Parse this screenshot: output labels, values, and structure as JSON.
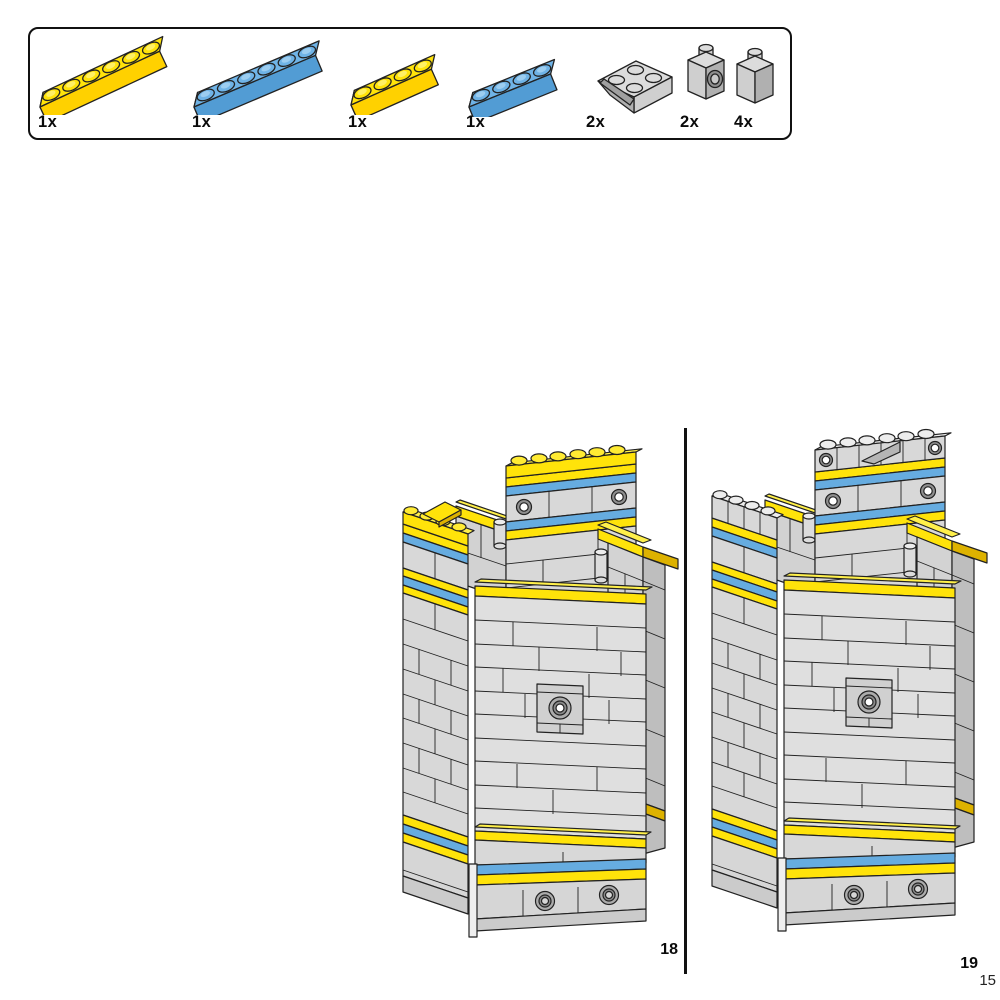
{
  "page": {
    "number": "15"
  },
  "steps": [
    {
      "number": "18"
    },
    {
      "number": "19"
    }
  ],
  "parts_box": {
    "parts": [
      {
        "id": "plate-1x6-yellow",
        "count": "1x",
        "color": "#FFE30A"
      },
      {
        "id": "plate-1x6-blue",
        "count": "1x",
        "color": "#66ACE0"
      },
      {
        "id": "plate-1x4-yellow",
        "count": "1x",
        "color": "#FFE30A"
      },
      {
        "id": "plate-1x4-blue",
        "count": "1x",
        "color": "#66ACE0"
      },
      {
        "id": "slope-2x2-inverted-gray",
        "count": "2x",
        "color": "#D8D8D8"
      },
      {
        "id": "brick-1x1-technic-hole-gray",
        "count": "2x",
        "color": "#D8D8D8"
      },
      {
        "id": "brick-1x1-gray",
        "count": "4x",
        "color": "#D8D8D8"
      }
    ]
  },
  "colors": {
    "accent_yellow": "#FFE30A",
    "accent_blue": "#66ACE0",
    "brick_gray": "#D8D8D8",
    "outline": "#222222"
  }
}
